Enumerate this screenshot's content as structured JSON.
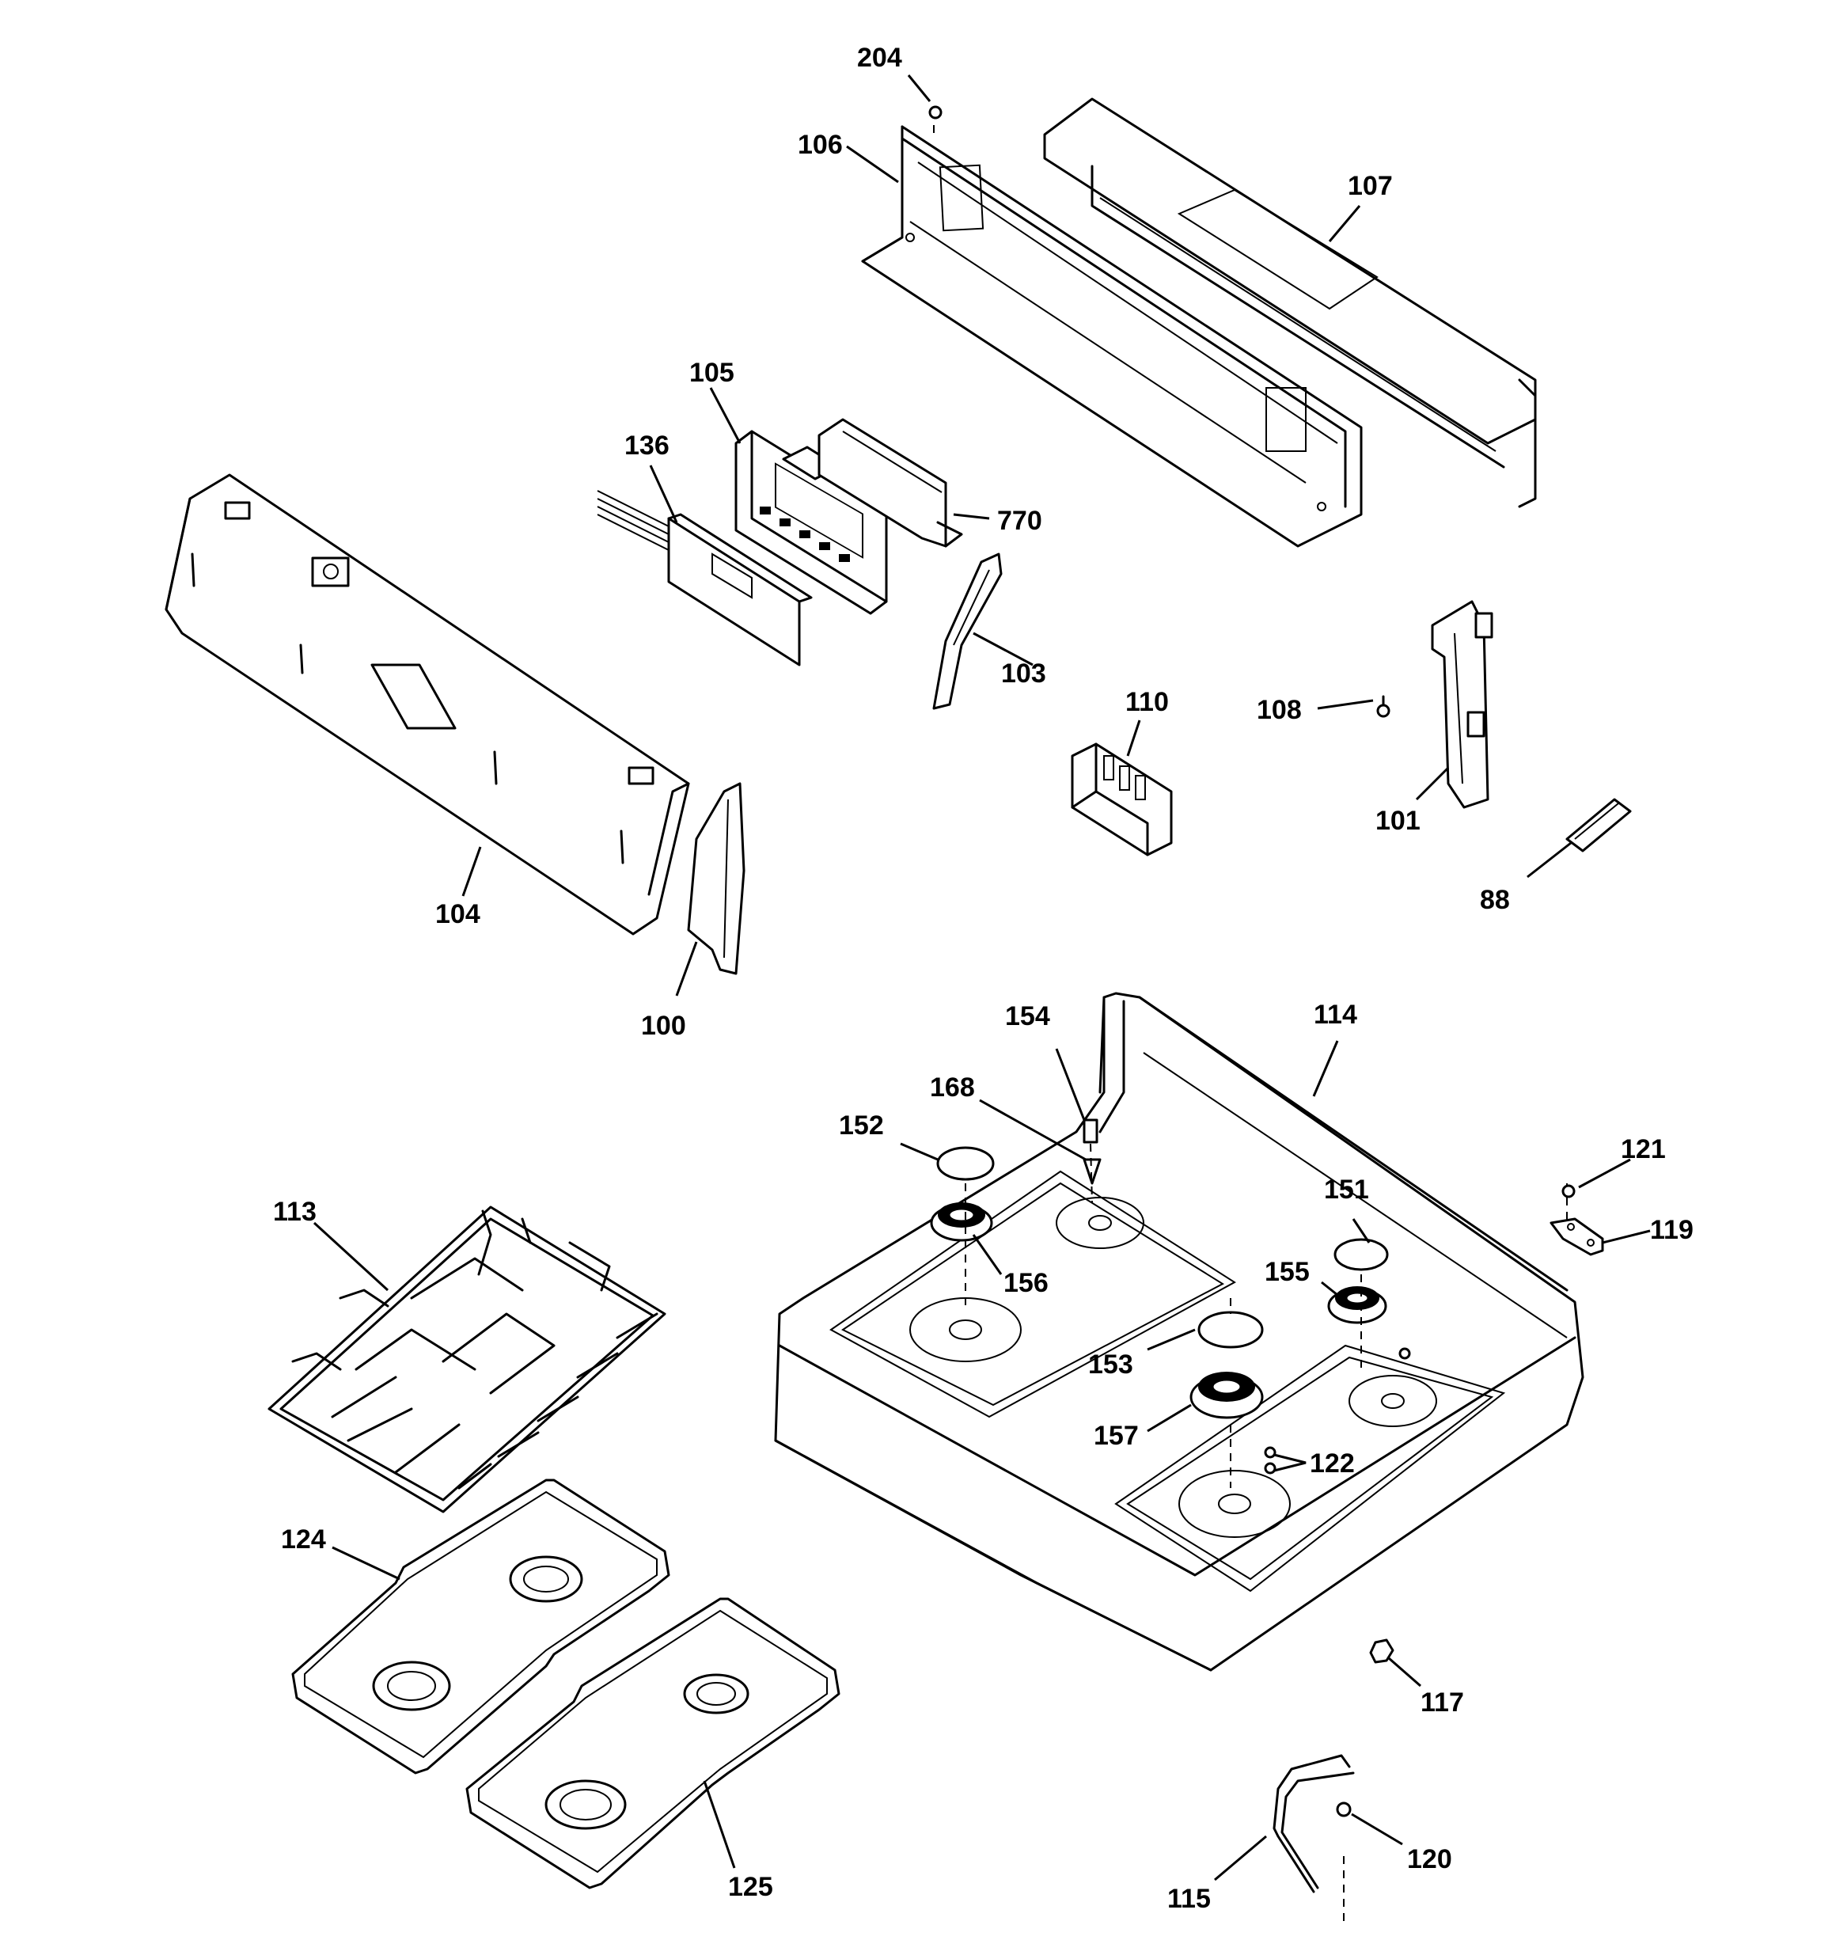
{
  "callouts": {
    "c204": "204",
    "c106": "106",
    "c107": "107",
    "c105": "105",
    "c136": "136",
    "c770": "770",
    "c103": "103",
    "c110": "110",
    "c108": "108",
    "c101": "101",
    "c88": "88",
    "c104": "104",
    "c100": "100",
    "c154": "154",
    "c114": "114",
    "c168": "168",
    "c152": "152",
    "c121": "121",
    "c113": "113",
    "c151": "151",
    "c119": "119",
    "c156": "156",
    "c155": "155",
    "c153": "153",
    "c157": "157",
    "c122": "122",
    "c124": "124",
    "c117": "117",
    "c125": "125",
    "c120": "120",
    "c115": "115"
  }
}
